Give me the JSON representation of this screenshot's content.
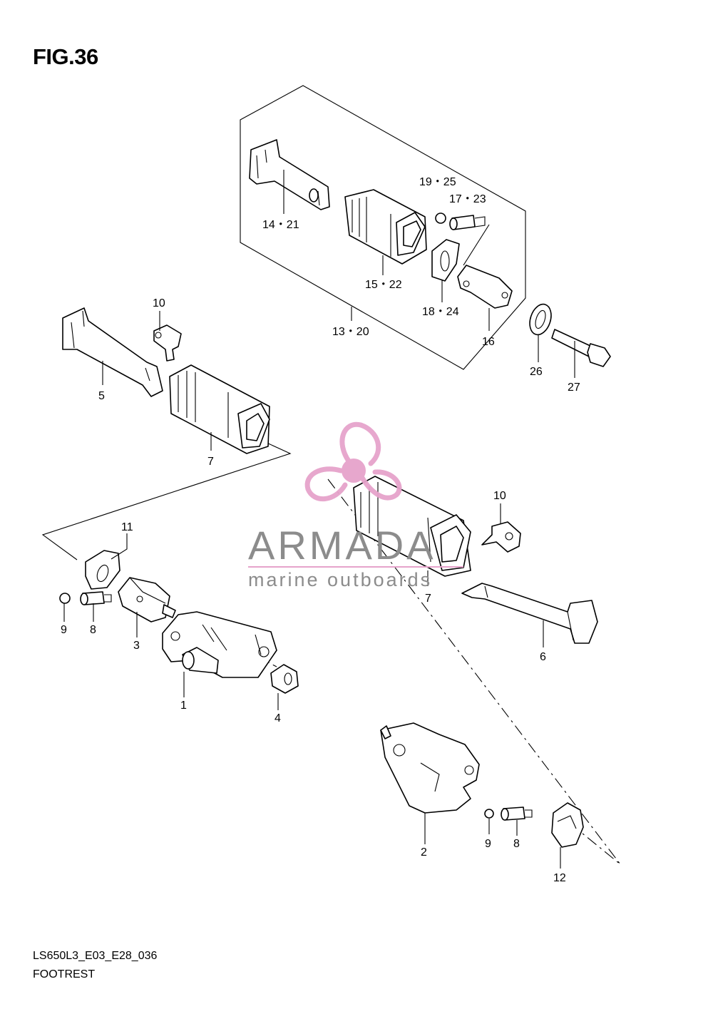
{
  "figure": {
    "title": "FIG.36",
    "code": "LS650L3_E03_E28_036",
    "name": "FOOTREST"
  },
  "labels": {
    "l1": "1",
    "l2": "2",
    "l3": "3",
    "l4": "4",
    "l5": "5",
    "l6": "6",
    "l7a": "7",
    "l7b": "7",
    "l8a": "8",
    "l8b": "8",
    "l9a": "9",
    "l9b": "9",
    "l10a": "10",
    "l10b": "10",
    "l11": "11",
    "l12": "12",
    "l13_20": "13・20",
    "l14_21": "14・21",
    "l15_22": "15・22",
    "l16": "16",
    "l17_23": "17・23",
    "l18_24": "18・24",
    "l19_25": "19・25",
    "l26": "26",
    "l27": "27"
  },
  "watermark": {
    "brand": "ARMADA",
    "tagline": "marine outboards",
    "colors": {
      "logo": "#e6a3cb",
      "text": "#8c8c8c",
      "rule": "#e6a3cb"
    }
  }
}
